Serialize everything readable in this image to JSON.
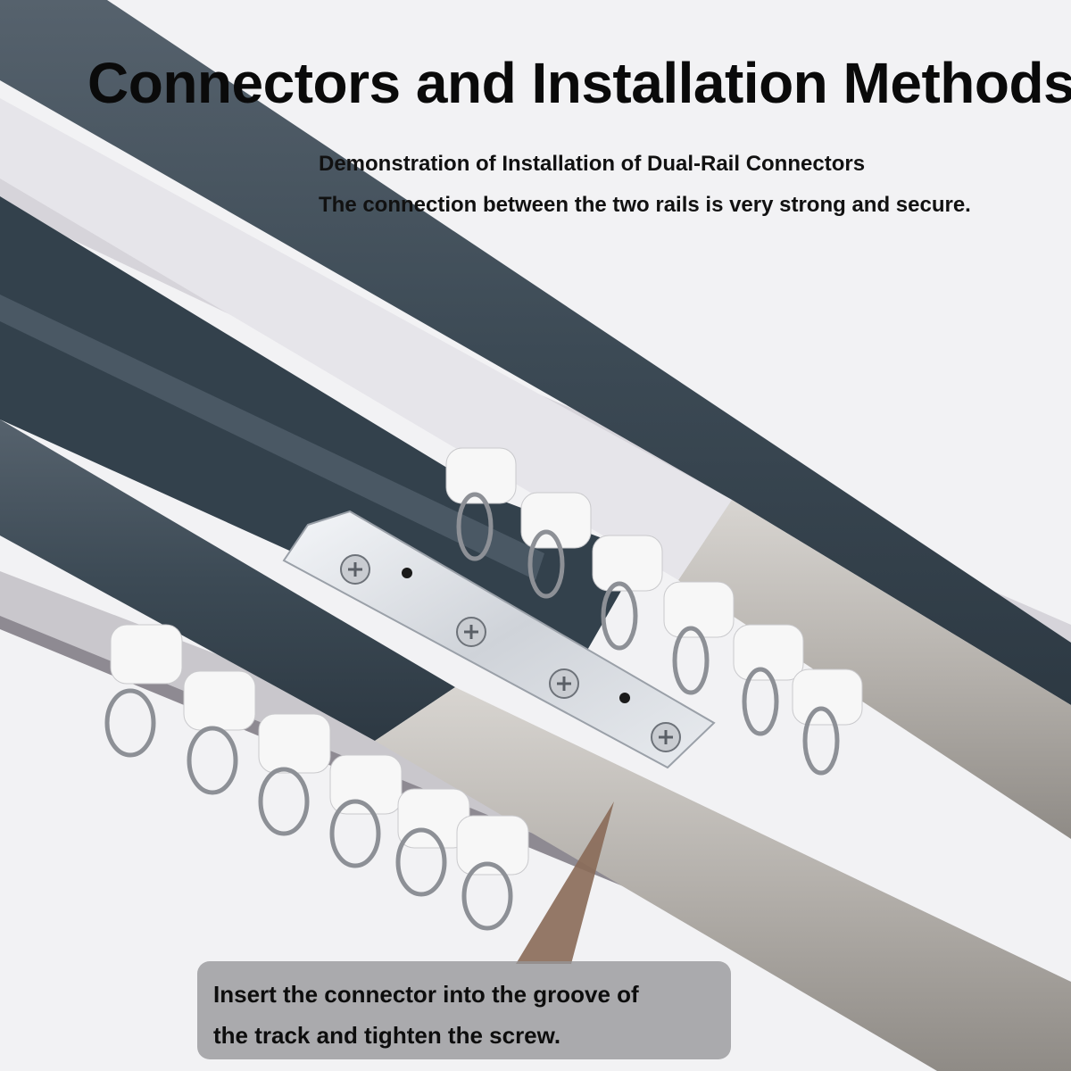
{
  "header": {
    "title": "Connectors and Installation Methods",
    "subtitle_line1": "Demonstration of Installation of Dual-Rail Connectors",
    "subtitle_line2": "The connection between the two rails is very strong and secure."
  },
  "callout": {
    "line1": "Insert the connector into the groove of",
    "line2": "the track and tighten the screw."
  },
  "colors": {
    "background": "#f2f2f4",
    "rail_dark": "#3c4a55",
    "rail_silver": "#b5b1ac",
    "connector_plate": "#dcdfe4",
    "callout_bg": "#969698",
    "pointer": "#8a6a58"
  },
  "icons": {
    "rail": "curtain-rail-icon",
    "runner": "curtain-runner-hook-icon",
    "screw": "phillips-screw-icon"
  }
}
